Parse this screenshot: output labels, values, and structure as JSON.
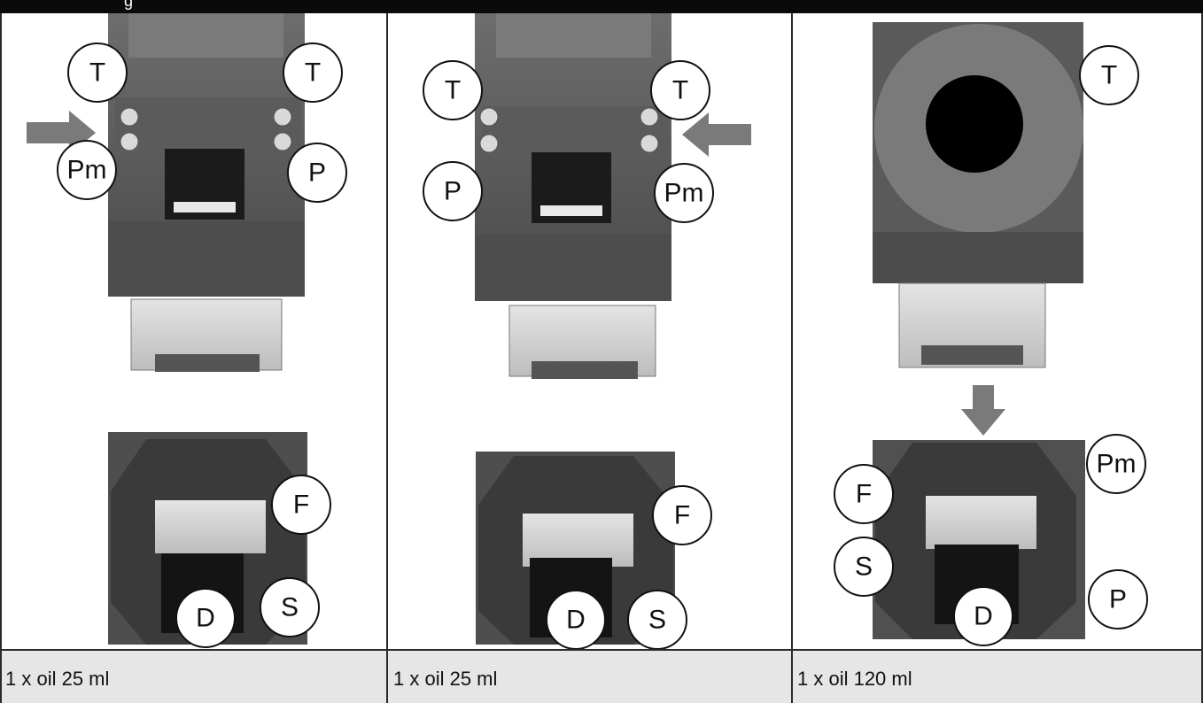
{
  "header": {
    "title_fragment": "g"
  },
  "panels": [
    {
      "labels": {
        "t_left": "T",
        "t_right": "T",
        "pm": "Pm",
        "p": "P",
        "f": "F",
        "s": "S",
        "d": "D"
      },
      "caption": "1 x oil 25 ml"
    },
    {
      "labels": {
        "t_left": "T",
        "t_right": "T",
        "p": "P",
        "pm": "Pm",
        "f": "F",
        "s": "S",
        "d": "D"
      },
      "caption": "1 x oil 25 ml"
    },
    {
      "labels": {
        "t": "T",
        "pm": "Pm",
        "f": "F",
        "s": "S",
        "p": "P",
        "d": "D"
      },
      "caption": "1 x oil 120 ml"
    }
  ]
}
